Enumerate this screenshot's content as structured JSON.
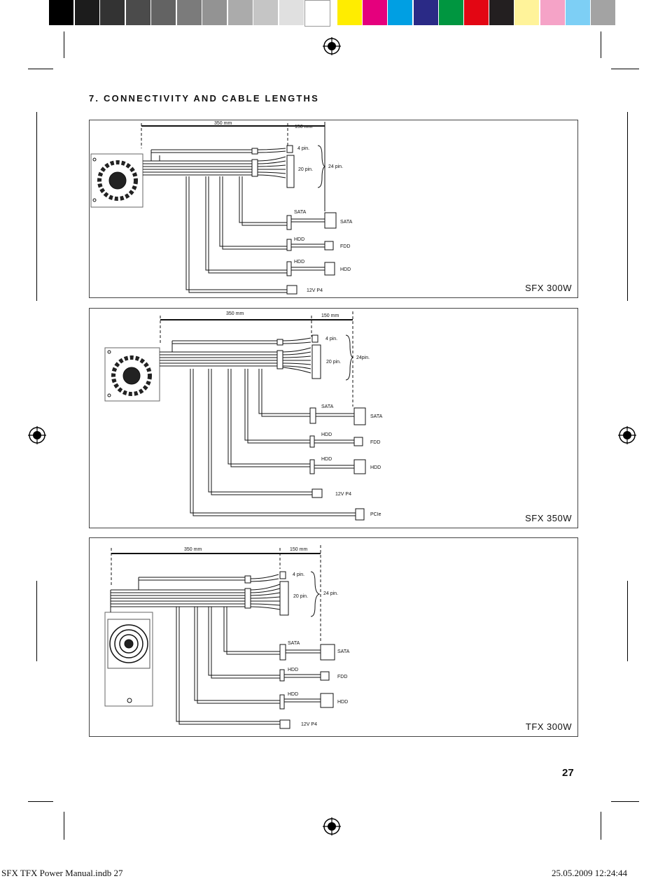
{
  "color_bar": {
    "grays": [
      "#000000",
      "#1c1c1c",
      "#333333",
      "#4b4b4b",
      "#636363",
      "#7b7b7b",
      "#939393",
      "#ababab",
      "#c5c5c5",
      "#e0e0e0",
      "#ffffff"
    ],
    "colors": [
      "#ffed00",
      "#e5007d",
      "#009fe3",
      "#2a2a86",
      "#009640",
      "#e30613",
      "#231f20",
      "#fff39a",
      "#f5a3c7",
      "#7dcff5",
      "#a3a3a3"
    ]
  },
  "section_title": "7.  CONNECTIVITY AND CABLE LENGTHS",
  "panels": [
    {
      "model": "SFX 300W",
      "dim_a": "350 mm",
      "dim_b": "150 mm",
      "pin4": "4 pin.",
      "pin20": "20 pin.",
      "pin24": "24 pin.",
      "sata_a": "SATA",
      "sata_b": "SATA",
      "hdd1": "HDD",
      "fdd": "FDD",
      "hdd2": "HDD",
      "hdd3": "HDD",
      "p4": "12V P4"
    },
    {
      "model": "SFX 350W",
      "dim_a": "350 mm",
      "dim_b": "150 mm",
      "pin4": "4 pin.",
      "pin20": "20 pin.",
      "pin24": "24pin.",
      "sata_a": "SATA",
      "sata_b": "SATA",
      "hdd1": "HDD",
      "fdd": "FDD",
      "hdd2": "HDD",
      "hdd3": "HDD",
      "p4": "12V P4",
      "pcie": "PCIe"
    },
    {
      "model": "TFX 300W",
      "dim_a": "350 mm",
      "dim_b": "150 mm",
      "pin4": "4 pin.",
      "pin20": "20 pin.",
      "pin24": "24 pin.",
      "sata_a": "SATA",
      "sata_b": "SATA",
      "hdd1": "HDD",
      "fdd": "FDD",
      "hdd2": "HDD",
      "hdd3": "HDD",
      "p4": "12V P4"
    }
  ],
  "page_number": "27",
  "slug_left": "SFX TFX Power Manual.indb   27",
  "slug_right": "25.05.2009   12:24:44"
}
